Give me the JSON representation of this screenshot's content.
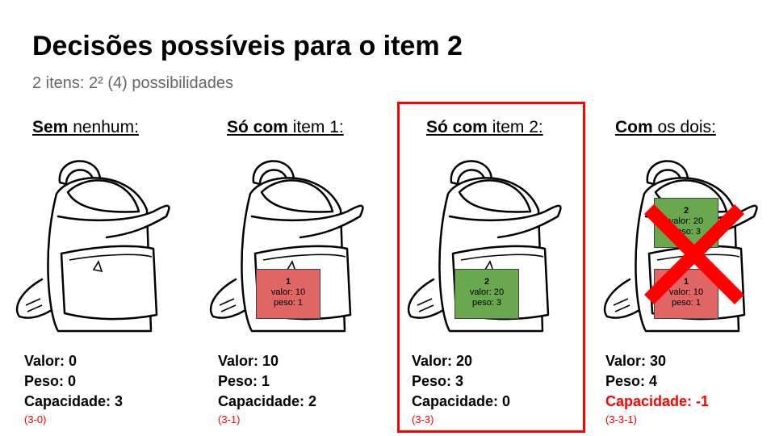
{
  "title": "Decisões possíveis para o item 2",
  "subtitle": "2 itens: 2² (4) possibilidades",
  "colors": {
    "item1": "#e06666",
    "item2": "#6aa84f",
    "highlight": "#ff0000",
    "negative": "#ff0000"
  },
  "columns": [
    {
      "head_bold": "Sem",
      "head_rest": " nenhum:",
      "valor": "Valor: 0",
      "peso": "Peso: 0",
      "capacidade": "Capacidade: 3",
      "formula": "(3-0)"
    },
    {
      "head_bold": "Só com",
      "head_rest": " item 1:",
      "valor": "Valor: 10",
      "peso": "Peso: 1",
      "capacidade": "Capacidade: 2",
      "formula": "(3-1)"
    },
    {
      "head_bold": "Só com",
      "head_rest": " item 2:",
      "valor": "Valor: 20",
      "peso": "Peso: 3",
      "capacidade": "Capacidade: 0",
      "formula": "(3-3)"
    },
    {
      "head_bold": "Com",
      "head_rest": " os dois:",
      "valor": "Valor: 30",
      "peso": "Peso: 4",
      "capacidade": "Capacidade: -1",
      "formula": "(3-3-1)"
    }
  ],
  "items": {
    "item1": {
      "num": "1",
      "valor": "valor: 10",
      "peso": "peso: 1"
    },
    "item2": {
      "num": "2",
      "valor": "valor: 20",
      "peso": "peso: 3"
    }
  }
}
